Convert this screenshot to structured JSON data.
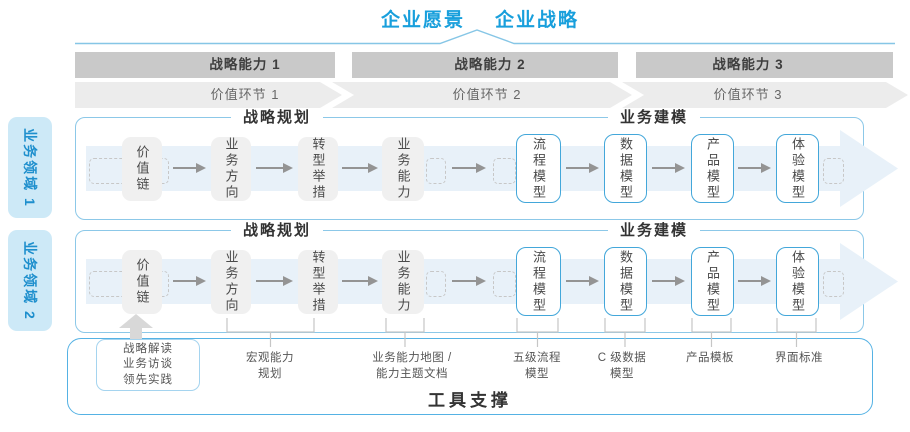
{
  "colors": {
    "accent_blue": "#189fdc",
    "band_dark_gray": "#c9c9c9",
    "band_light_gray": "#ececec",
    "row_border_blue": "#8cc8e8",
    "arrow_band_blue": "#e8f1f9",
    "domain_pill_blue": "#cde9f7",
    "box_gray": "#f0f0f0",
    "box_border_blue": "#43a7da"
  },
  "top": {
    "vision": "企业愿景",
    "strategy": "企业战略"
  },
  "strategic_capabilities": [
    "战略能力 1",
    "战略能力 2",
    "战略能力 3"
  ],
  "value_links": [
    "价值环节 1",
    "价值环节 2",
    "价值环节 3"
  ],
  "business_domains": [
    "业务领域 1",
    "业务领域 2"
  ],
  "row": {
    "planning_title": "战略规划",
    "modeling_title": "业务建模",
    "boxes": {
      "value_chain": "价值链",
      "business_direction": "业务方向",
      "transformation": "转型举措",
      "business_capability": "业务能力",
      "process_model": "流程模型",
      "data_model": "数据模型",
      "product_model": "产品模型",
      "experience_model": "体验模型"
    }
  },
  "annotations": {
    "practice_box_lines": [
      "战略解读",
      "业务访谈",
      "领先实践"
    ],
    "macro_capability": [
      "宏观能力",
      "规划"
    ],
    "capability_map": [
      "业务能力地图 /",
      "能力主题文档"
    ],
    "process_model_l5": [
      "五级流程",
      "模型"
    ],
    "c_level_data": [
      "C 级数据",
      "模型"
    ],
    "product_template": "产品模板",
    "ui_standard": "界面标准"
  },
  "footer": {
    "title": "工具支撑"
  }
}
